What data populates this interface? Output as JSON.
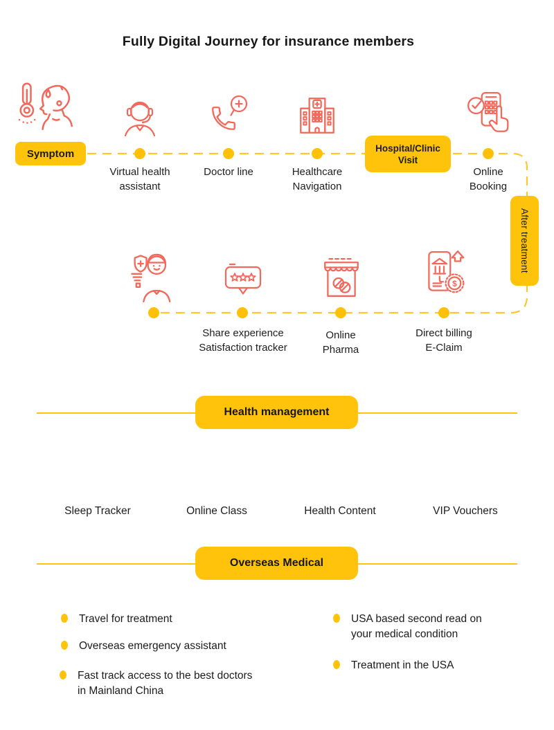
{
  "title": "Fully Digital Journey for insurance members",
  "colors": {
    "accent_yellow": "#FFC30B",
    "dash_yellow": "#FFC62E",
    "icon_coral": "#F2685B",
    "text_dark": "#212121"
  },
  "glyphs": {
    "dollar": "$"
  },
  "journey": {
    "start_badge": "Symptom",
    "visit_badge": "Hospital/Clinic\nVisit",
    "after_badge": "After treatment",
    "row1": [
      {
        "icon": "virtual-health-assistant-icon",
        "label": "Virtual health\nassistant"
      },
      {
        "icon": "doctor-line-icon",
        "label": "Doctor line"
      },
      {
        "icon": "healthcare-navigation-icon",
        "label": "Healthcare\nNavigation"
      },
      {
        "icon": "online-booking-icon",
        "label": "Online\nBooking"
      }
    ],
    "row2": [
      {
        "icon": "doctor-shield-icon",
        "label": ""
      },
      {
        "icon": "share-experience-icon",
        "label": "Share experience\nSatisfaction tracker"
      },
      {
        "icon": "online-pharma-icon",
        "label": "Online\nPharma"
      },
      {
        "icon": "direct-billing-icon",
        "label": "Direct billing\nE-Claim"
      }
    ]
  },
  "health_management": {
    "title": "Health management",
    "items": [
      "Sleep Tracker",
      "Online Class",
      "Health Content",
      "VIP Vouchers"
    ]
  },
  "overseas_medical": {
    "title": "Overseas Medical",
    "bullets_left": [
      "Travel for treatment",
      "Overseas emergency assistant",
      "Fast track access to the best doctors\nin Mainland China"
    ],
    "bullets_right": [
      "USA based second read on\nyour medical condition",
      "Treatment in the USA"
    ]
  }
}
